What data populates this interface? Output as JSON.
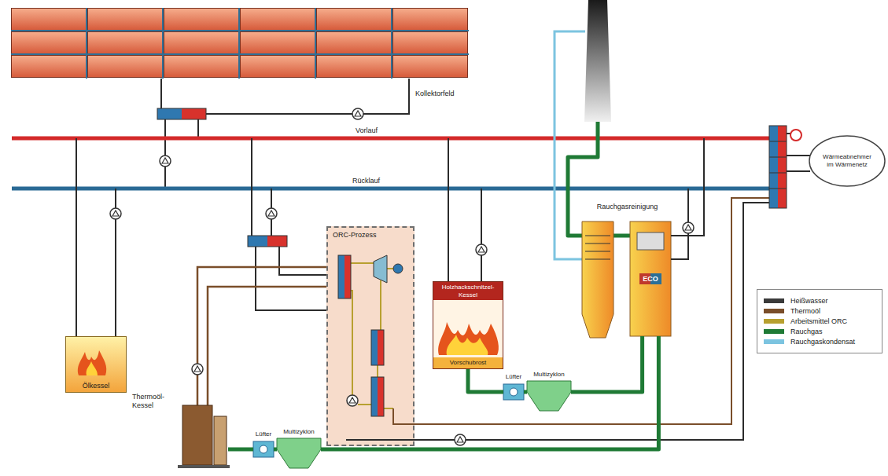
{
  "diagram": {
    "nodes": [
      {
        "text": [
          "Kollektorfeld"
        ]
      },
      {
        "text": [
          "Wärmeabnehmer im Wärmenetz"
        ]
      },
      {
        "text": [
          "ORC-Prozess"
        ]
      },
      {
        "text": [
          "Ölkessel"
        ]
      },
      {
        "text": [
          "Holzhackschnitzel-Kessel",
          "Vorschubrost"
        ]
      },
      {
        "text": [
          "Rauchgasreinigung"
        ]
      },
      {
        "text": [
          "ECO"
        ],
        "in": 5
      },
      {
        "text": [
          "Thermoöl-Kessel"
        ]
      },
      {
        "text": [
          "Lüfter"
        ]
      },
      {
        "text": [
          "Multizyklon"
        ]
      },
      {
        "text": [
          "Lüfter"
        ]
      },
      {
        "text": [
          "Multizyklon"
        ]
      }
    ],
    "edges": [
      {
        "from": 7,
        "to": 8,
        "arrow": "none"
      },
      {
        "from": 8,
        "to": 9,
        "arrow": "none"
      },
      {
        "from": 9,
        "to": 6,
        "arrow": "none"
      },
      {
        "from": 4,
        "to": 10,
        "arrow": "none"
      },
      {
        "from": 10,
        "to": 11,
        "arrow": "none"
      },
      {
        "from": 11,
        "to": 6,
        "arrow": "none"
      }
    ],
    "labels": [
      "Vorlauf",
      "Rücklauf"
    ],
    "legend": [
      {
        "text": "Heißwasser",
        "color": "#3a3a3a"
      },
      {
        "text": "Thermoöl",
        "color": "#7a4e2a"
      },
      {
        "text": "Arbeitsmittel ORC",
        "color": "#b8a030"
      },
      {
        "text": "Rauchgas",
        "color": "#1f7a35"
      },
      {
        "text": "Rauchgaskondensat",
        "color": "#7cc4e0"
      }
    ]
  }
}
